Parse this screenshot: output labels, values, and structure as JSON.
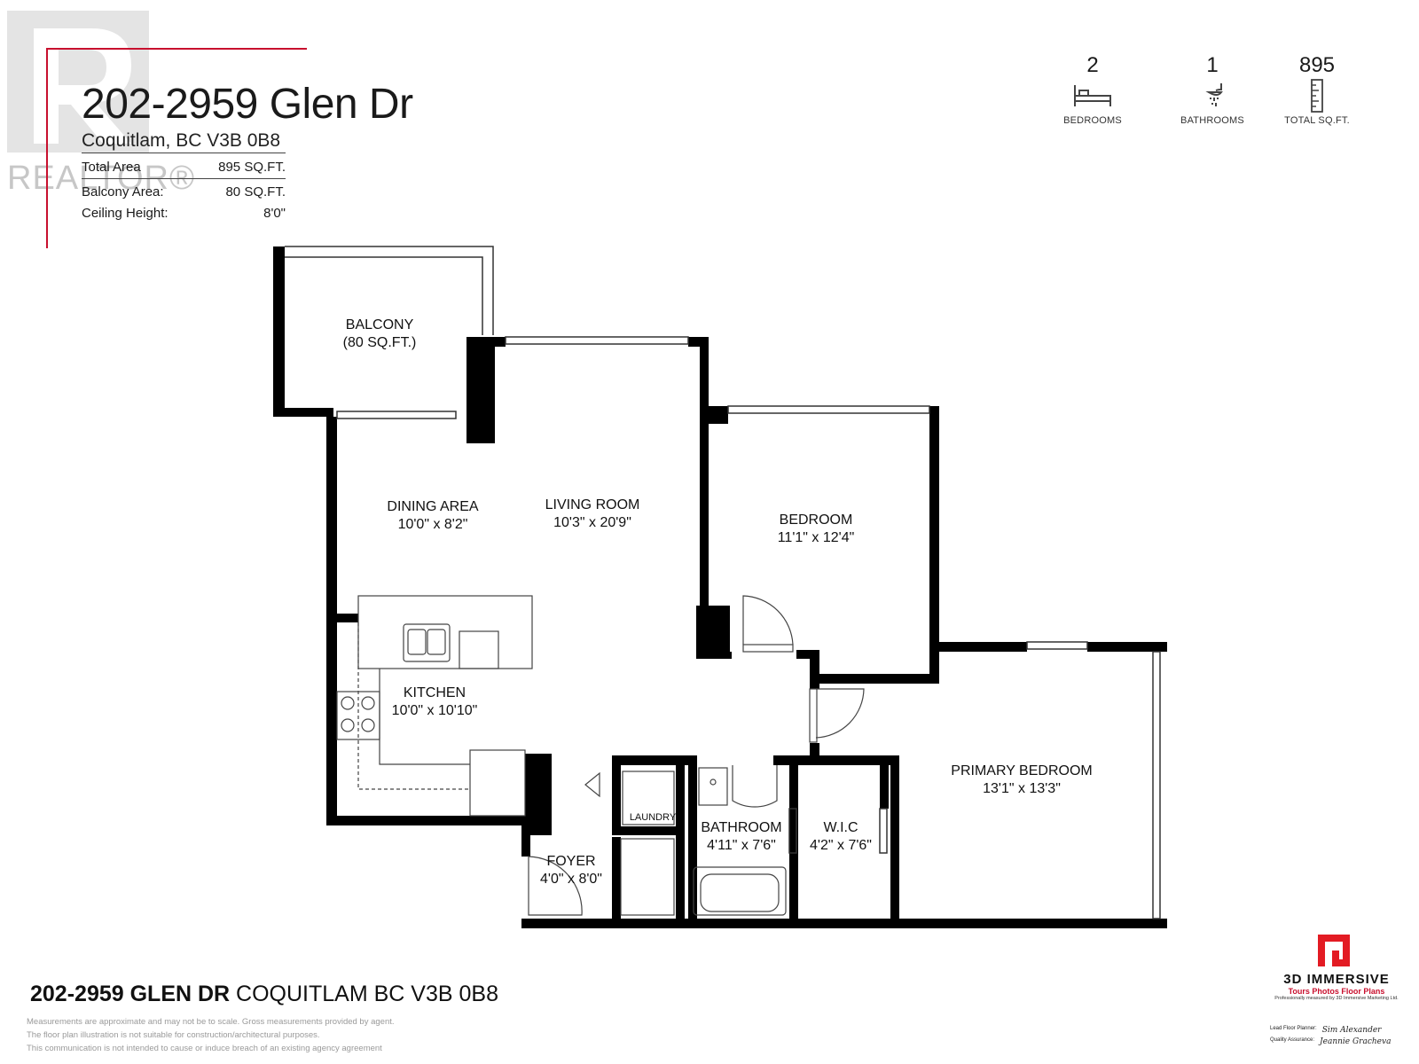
{
  "watermark": {
    "text": "REALTOR®"
  },
  "header": {
    "address": "202-2959 Glen Dr",
    "city": "Coquitlam, BC V3B 0B8",
    "specs": [
      {
        "label": "Total Area",
        "value": "895  SQ.FT."
      },
      {
        "label": "Balcony Area:",
        "value": "80 SQ.FT."
      },
      {
        "label": "Ceiling Height:",
        "value": "8'0\""
      }
    ]
  },
  "stats": [
    {
      "value": "2",
      "label": "BEDROOMS",
      "icon": "bed-icon"
    },
    {
      "value": "1",
      "label": "BATHROOMS",
      "icon": "shower-icon"
    },
    {
      "value": "895",
      "label": "TOTAL SQ.FT.",
      "icon": "ruler-icon"
    }
  ],
  "rooms": {
    "balcony": {
      "name": "BALCONY",
      "size": "(80 SQ.FT.)"
    },
    "dining": {
      "name": "DINING AREA",
      "size": "10'0\" x 8'2\""
    },
    "living": {
      "name": "LIVING ROOM",
      "size": "10'3\" x 20'9\""
    },
    "bedroom": {
      "name": "BEDROOM",
      "size": "11'1\" x 12'4\""
    },
    "kitchen": {
      "name": "KITCHEN",
      "size": "10'0\" x 10'10\""
    },
    "primary": {
      "name": "PRIMARY BEDROOM",
      "size": "13'1\" x 13'3\""
    },
    "laundry": {
      "name": "LAUNDRY"
    },
    "bathroom": {
      "name": "BATHROOM",
      "size": "4'11\" x 7'6\""
    },
    "wic": {
      "name": "W.I.C",
      "size": "4'2\" x 7'6\""
    },
    "foyer": {
      "name": "FOYER",
      "size": "4'0\" x 8'0\""
    }
  },
  "footer": {
    "address_bold": "202-2959 GLEN DR",
    "address_rest": " COQUITLAM BC V3B 0B8",
    "disclaimer": [
      "Measurements are approximate and may not be to scale. Gross measurements provided by agent.",
      "The floor plan illustration is not suitable for construction/architectural purposes.",
      "This communication is not intended to cause or induce breach of an existing agency agreement"
    ]
  },
  "brand": {
    "name": "3D IMMERSIVE",
    "tagline": "Tours  Photos  Floor Plans",
    "measured_by": "Professionally measured by 3D Immersive Marketing Ltd.",
    "planner_label": "Lead Floor Planner:",
    "planner_sig": "Sim Alexander",
    "qa_label": "Quality Assurance:",
    "qa_sig": "Jeannie Gracheva",
    "accent_color": "#e31b23"
  }
}
